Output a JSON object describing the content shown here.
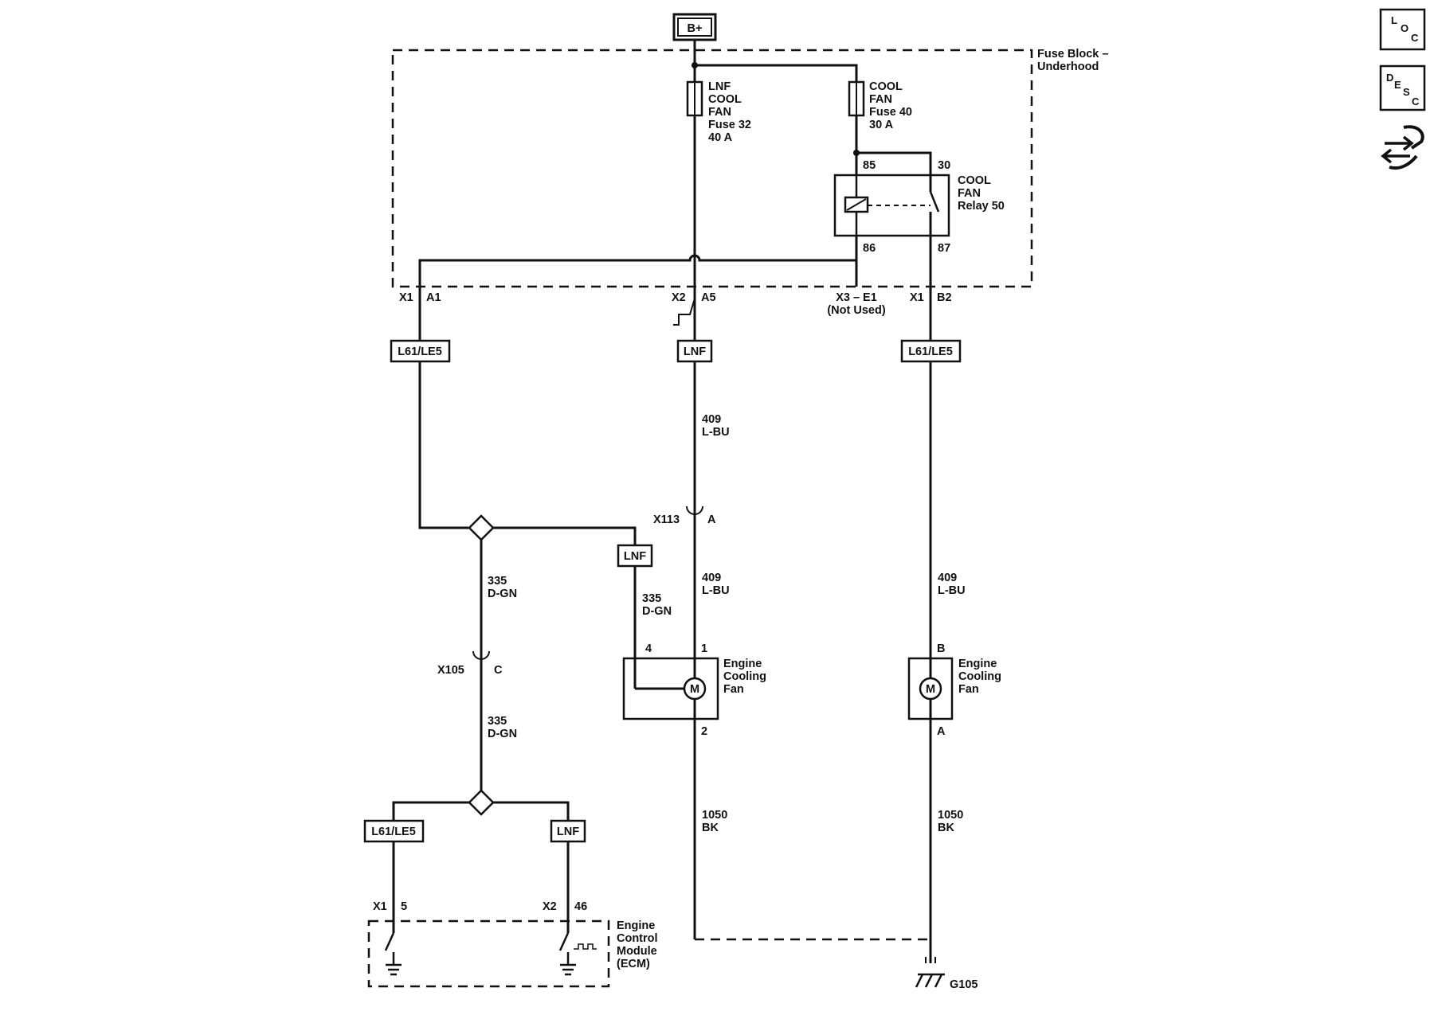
{
  "power": {
    "label": "B+"
  },
  "fuse_block": {
    "title_line1": "Fuse Block –",
    "title_line2": "Underhood"
  },
  "fuse32": {
    "lines": [
      "LNF",
      "COOL",
      "FAN",
      "Fuse 32",
      "40 A"
    ]
  },
  "fuse40": {
    "lines": [
      "COOL",
      "FAN",
      "Fuse 40",
      "30 A"
    ]
  },
  "relay": {
    "lines": [
      "COOL",
      "FAN",
      "Relay 50"
    ],
    "pins": {
      "p85": "85",
      "p30": "30",
      "p86": "86",
      "p87": "87"
    }
  },
  "connectors": {
    "x1a1": {
      "name": "X1",
      "pin": "A1"
    },
    "x2a5": {
      "name": "X2",
      "pin": "A5"
    },
    "x3e1": {
      "name": "X3 – E1",
      "note": "(Not Used)"
    },
    "x1b2": {
      "name": "X1",
      "pin": "B2"
    },
    "x113": {
      "name": "X113",
      "pin": "A"
    },
    "x105": {
      "name": "X105",
      "pin": "C"
    },
    "ecm_x1": {
      "name": "X1",
      "pin": "5"
    },
    "ecm_x2": {
      "name": "X2",
      "pin": "46"
    }
  },
  "options": {
    "l61_a1": "L61/LE5",
    "lnf_a5": "LNF",
    "l61_b2": "L61/LE5",
    "lnf_fan": "LNF",
    "l61_ecm": "L61/LE5",
    "lnf_ecm": "LNF"
  },
  "wires": {
    "w409_top": {
      "circuit": "409",
      "color": "L-BU"
    },
    "w409_mid": {
      "circuit": "409",
      "color": "L-BU"
    },
    "w409_right": {
      "circuit": "409",
      "color": "L-BU"
    },
    "w335_a": {
      "circuit": "335",
      "color": "D-GN"
    },
    "w335_b": {
      "circuit": "335",
      "color": "D-GN"
    },
    "w335_c": {
      "circuit": "335",
      "color": "D-GN"
    },
    "w1050_a": {
      "circuit": "1050",
      "color": "BK"
    },
    "w1050_b": {
      "circuit": "1050",
      "color": "BK"
    }
  },
  "fan_lnf": {
    "lines": [
      "Engine",
      "Cooling",
      "Fan"
    ],
    "pins": {
      "p4": "4",
      "p1": "1",
      "p2": "2"
    },
    "motor": "M"
  },
  "fan_std": {
    "lines": [
      "Engine",
      "Cooling",
      "Fan"
    ],
    "pins": {
      "pB": "B",
      "pA": "A"
    },
    "motor": "M"
  },
  "ecm": {
    "lines": [
      "Engine",
      "Control",
      "Module",
      "(ECM)"
    ]
  },
  "ground": {
    "label": "G105"
  },
  "side_icons": {
    "loc": {
      "letters": [
        "L",
        "O",
        "C"
      ],
      "icon": "location-icon"
    },
    "desc": {
      "letters": [
        "D",
        "E",
        "S",
        "C"
      ],
      "icon": "description-icon"
    },
    "tools": {
      "icon": "wrench-arrows-icon"
    }
  }
}
